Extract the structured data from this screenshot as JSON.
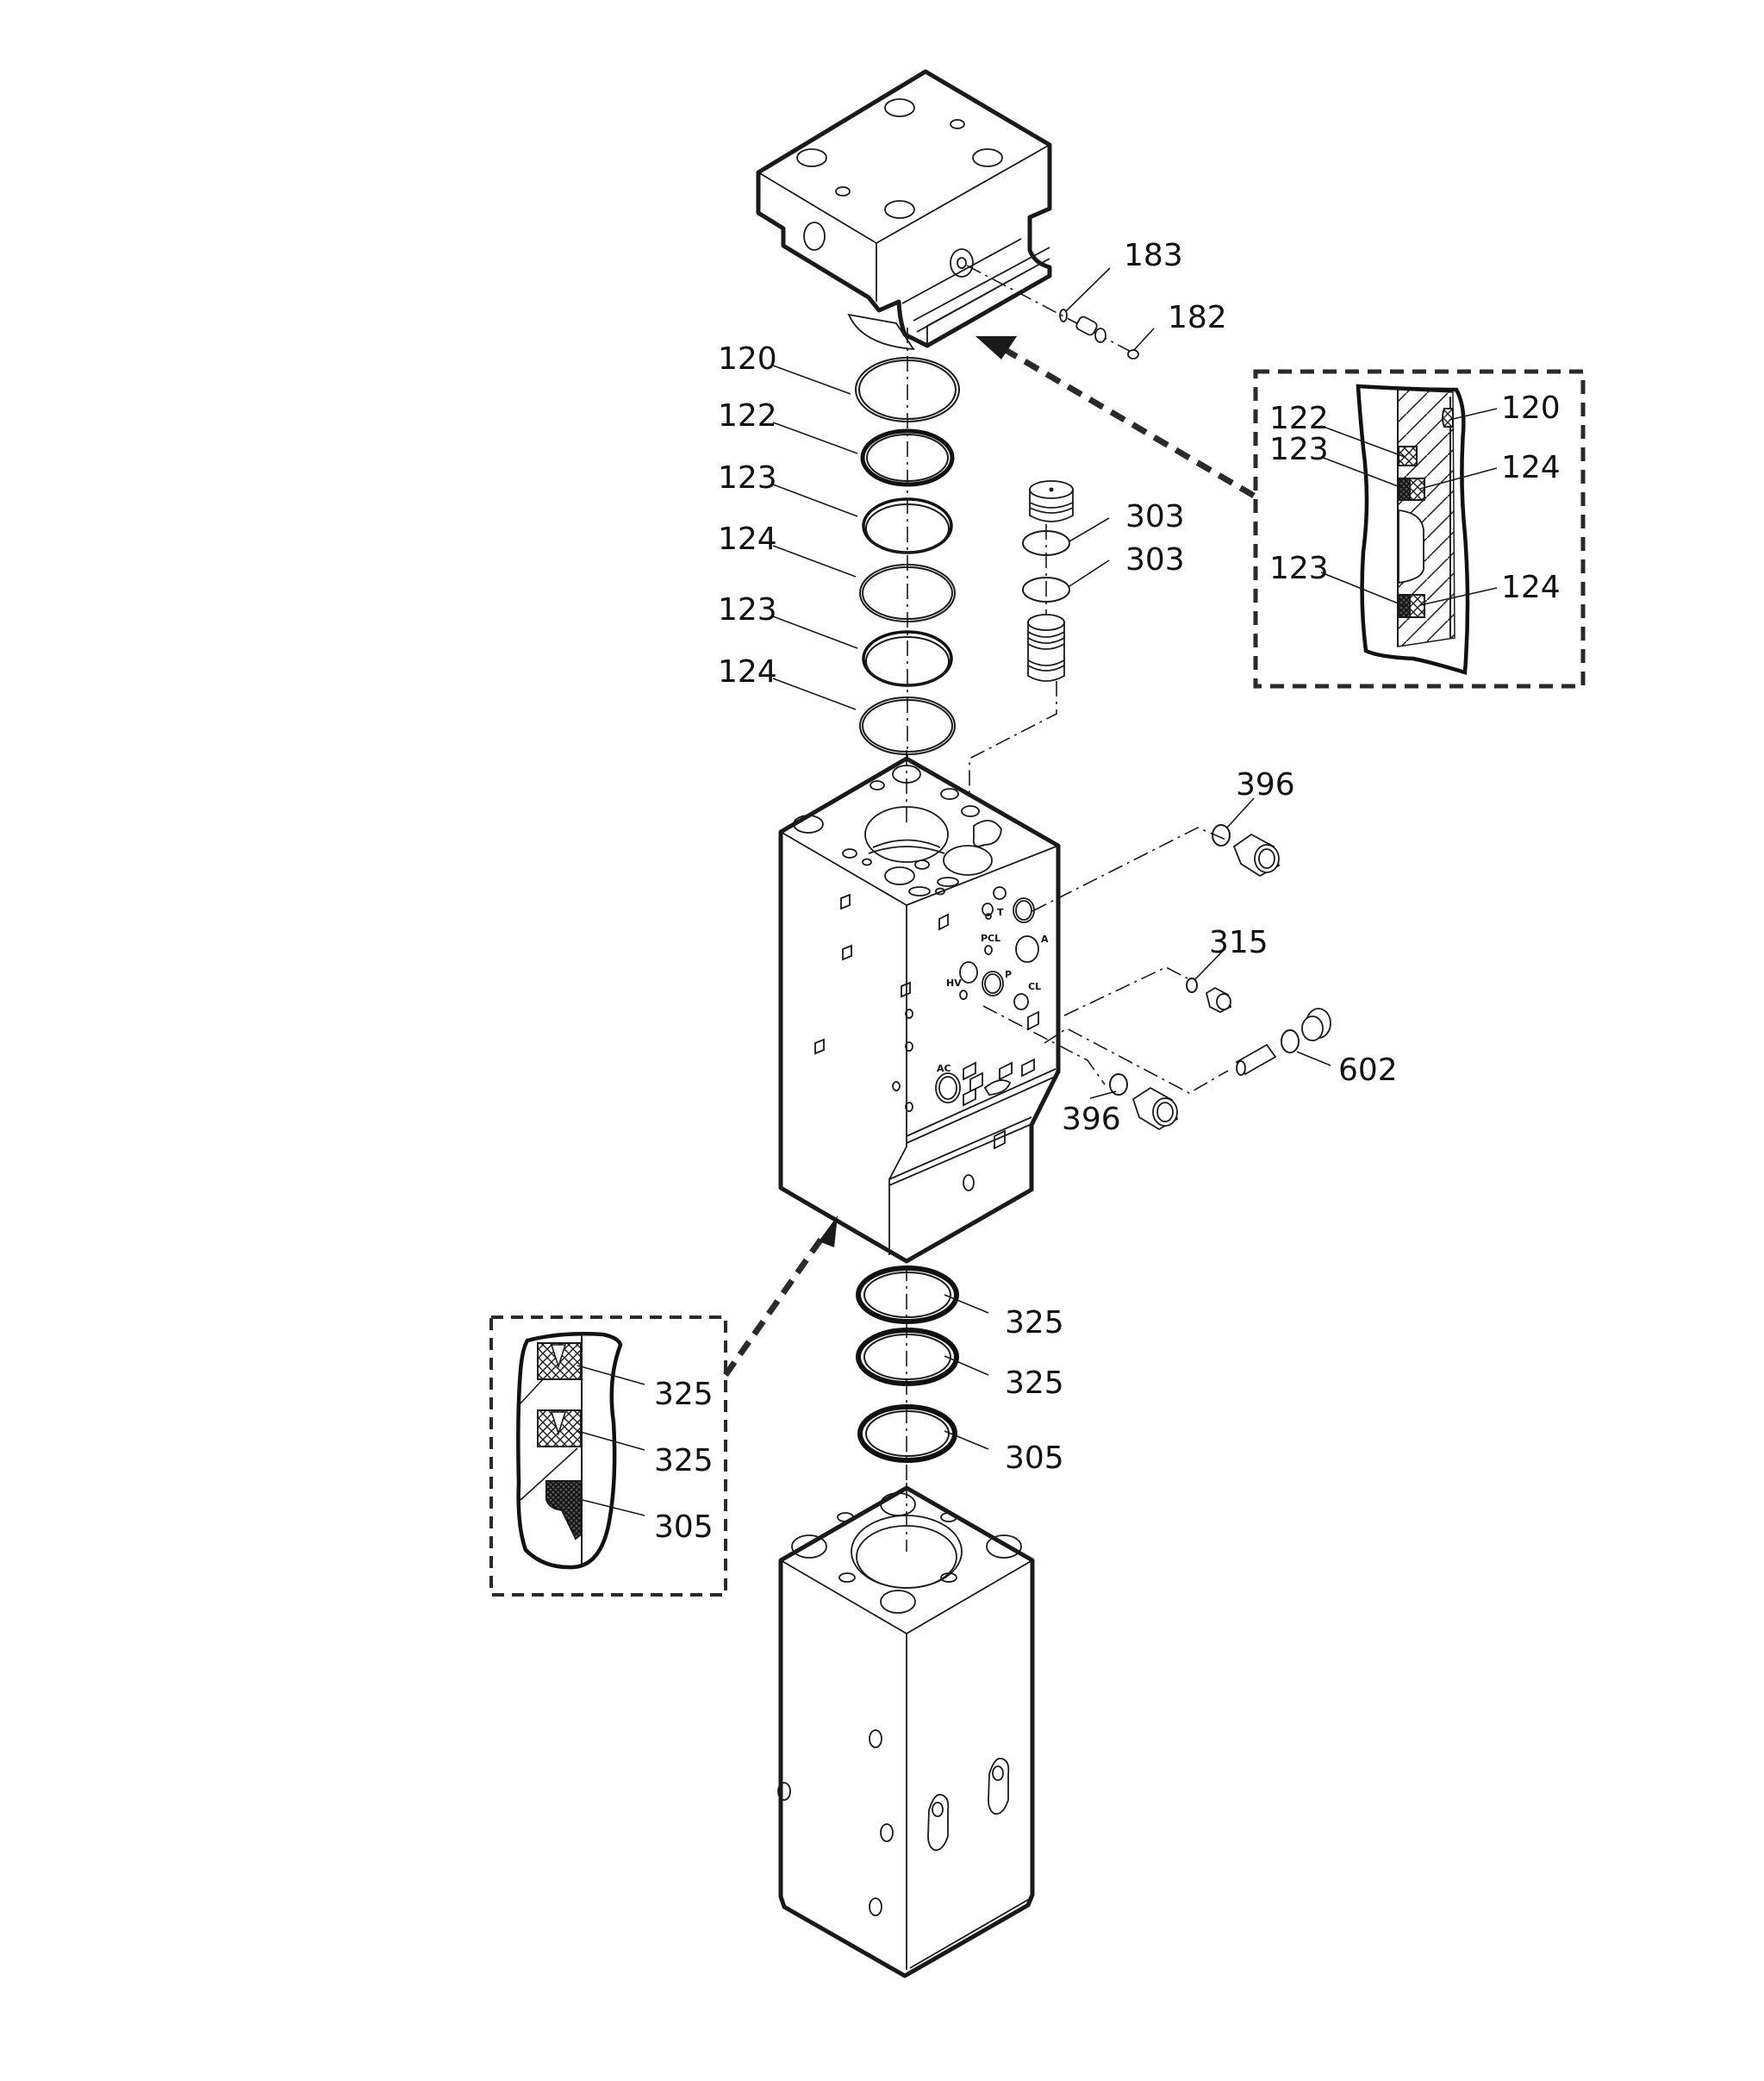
{
  "diagram": {
    "title": "Exploded view – valve block, cover and cylinder seal assembly",
    "callouts": {
      "cover_screw_seal": "183",
      "cover_plug": "182",
      "ring_stack": [
        {
          "label": "120"
        },
        {
          "label": "122"
        },
        {
          "label": "123"
        },
        {
          "label": "124"
        },
        {
          "label": "123"
        },
        {
          "label": "124"
        }
      ],
      "valve_orings": [
        {
          "label": "303"
        },
        {
          "label": "303"
        }
      ],
      "port_fitting_top": "396",
      "port_plug": "315",
      "check_valve": "602",
      "port_fitting_bottom": "396",
      "lower_rings": [
        {
          "label": "325"
        },
        {
          "label": "325"
        },
        {
          "label": "305"
        }
      ]
    },
    "detail_upper": {
      "labels_left": [
        "122",
        "123",
        "123"
      ],
      "labels_right": [
        "120",
        "124",
        "124"
      ]
    },
    "detail_lower": {
      "labels": [
        "325",
        "325",
        "305"
      ]
    },
    "port_markings": [
      "T",
      "A",
      "PCL",
      "HV",
      "P",
      "CL",
      "AC"
    ]
  }
}
